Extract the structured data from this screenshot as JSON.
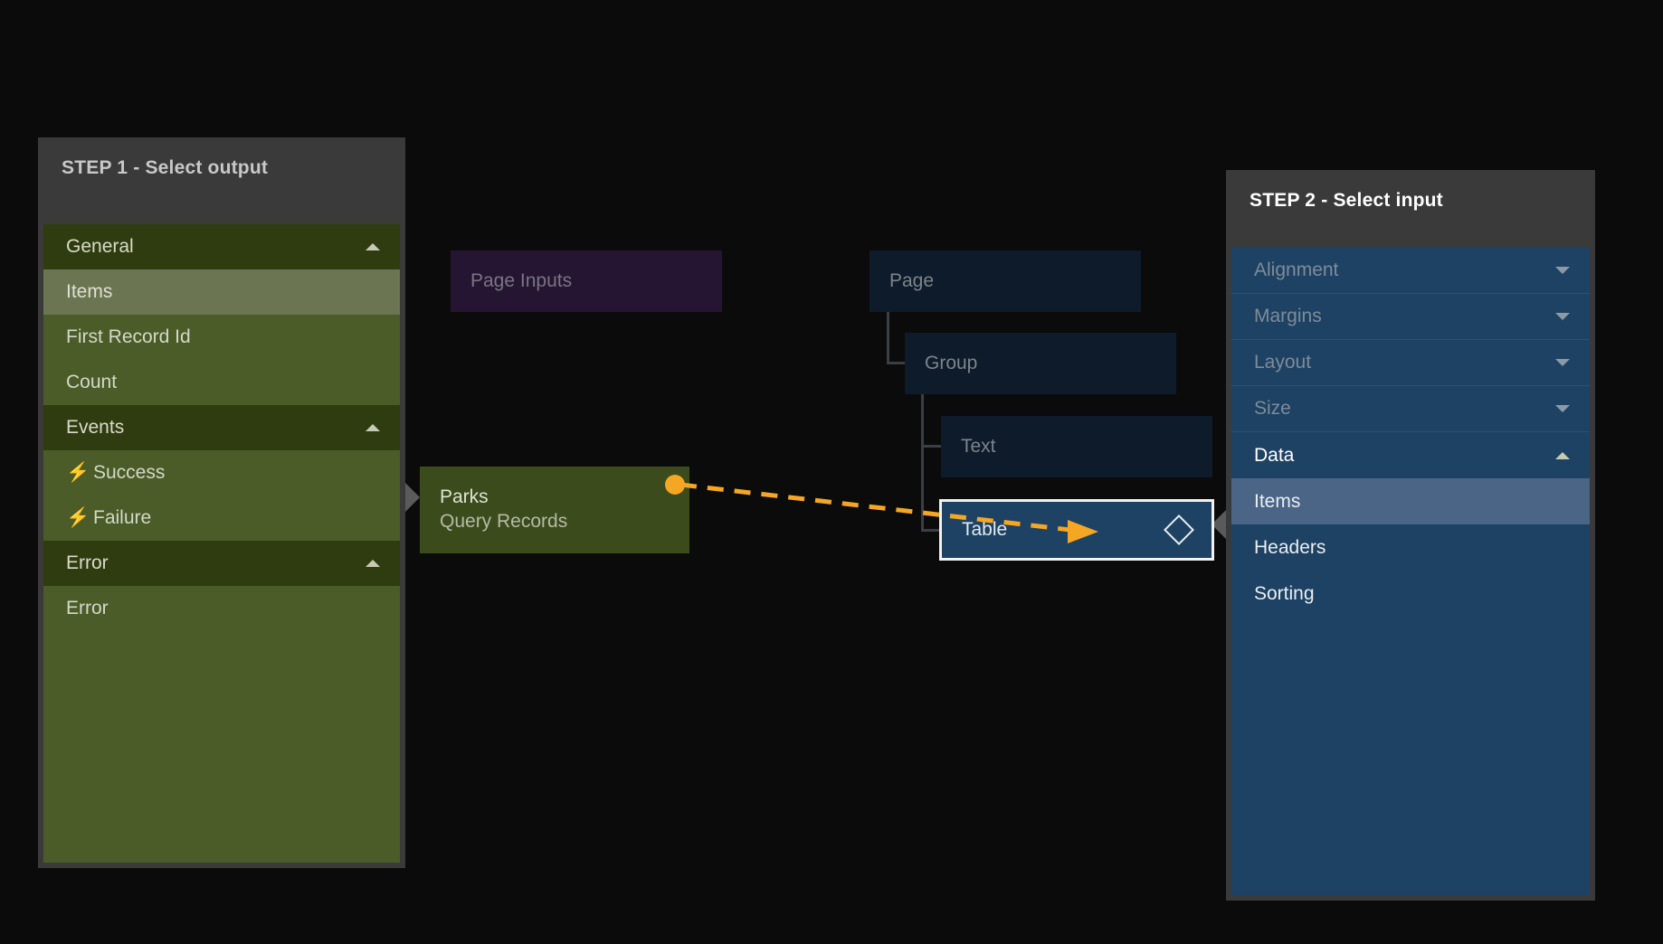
{
  "step1": {
    "title": "STEP 1 - Select output",
    "groups": [
      {
        "label": "General",
        "caret": "caret-up-icon",
        "items": [
          {
            "label": "Items",
            "selected": true
          },
          {
            "label": "First Record Id",
            "selected": false
          },
          {
            "label": "Count",
            "selected": false
          }
        ]
      },
      {
        "label": "Events",
        "caret": "caret-up-icon",
        "items": [
          {
            "label": "Success",
            "icon": "bolt-icon",
            "selected": false
          },
          {
            "label": "Failure",
            "icon": "bolt-icon",
            "selected": false
          }
        ]
      },
      {
        "label": "Error",
        "caret": "caret-up-icon",
        "items": [
          {
            "label": "Error",
            "selected": false
          }
        ]
      }
    ]
  },
  "step2": {
    "title": "STEP 2 - Select input",
    "groups": [
      {
        "label": "Alignment",
        "state": "collapsed",
        "caret": "caret-down-icon",
        "items": []
      },
      {
        "label": "Margins",
        "state": "collapsed",
        "caret": "caret-down-icon",
        "items": []
      },
      {
        "label": "Layout",
        "state": "collapsed",
        "caret": "caret-down-icon",
        "items": []
      },
      {
        "label": "Size",
        "state": "collapsed",
        "caret": "caret-down-icon",
        "items": []
      },
      {
        "label": "Data",
        "state": "open",
        "caret": "caret-up-icon",
        "items": [
          {
            "label": "Items",
            "selected": true
          },
          {
            "label": "Headers",
            "selected": false
          },
          {
            "label": "Sorting",
            "selected": false
          }
        ]
      }
    ]
  },
  "canvas": {
    "nodes": {
      "page_inputs": {
        "label": "Page Inputs"
      },
      "page": {
        "label": "Page"
      },
      "group": {
        "label": "Group"
      },
      "text": {
        "label": "Text"
      },
      "table": {
        "label": "Table",
        "badge_icon": "diamond-icon"
      },
      "parks": {
        "title": "Parks",
        "subtitle": "Query Records"
      }
    },
    "connection": {
      "style": "dashed-arrow",
      "color": "#f5a623",
      "from": "parks.output-port",
      "to": "table.input-port"
    }
  },
  "colors": {
    "background": "#0b0b0b",
    "panel_header": "#3a3a3a",
    "green_body": "#4b5c28",
    "green_group_header": "#2f3c10",
    "green_selected": "#6b7552",
    "blue_body": "#1e4263",
    "blue_selected": "#4a6585",
    "node_navy": "#0d1b2a",
    "node_purple": "#251532",
    "link_orange": "#f5a623",
    "table_outline": "#f2f2f2"
  }
}
